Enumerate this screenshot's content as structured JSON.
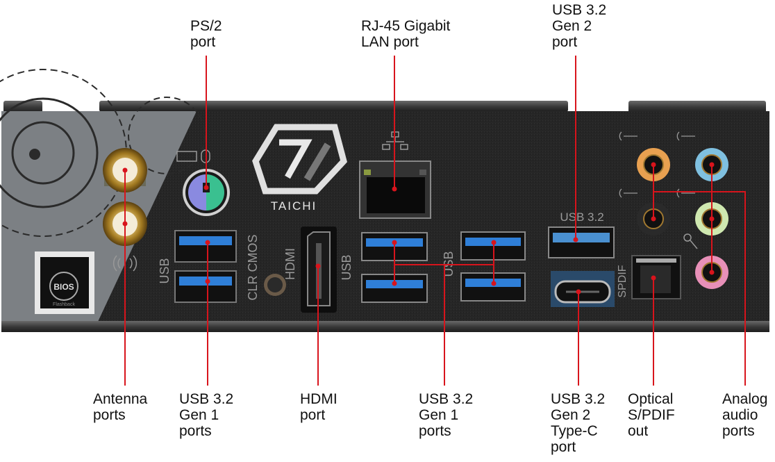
{
  "diagram": {
    "title": "Motherboard rear I/O panel",
    "brand_logo_text": "TAICHI",
    "leader_color": "#d8141c",
    "panel_silkscreen": {
      "usb_left": "USB",
      "clr_cmos": "CLR CMOS",
      "hdmi": "HDMI",
      "usb_mid": "USB",
      "usb_mid2": "USB",
      "usb32": "USB 3.2",
      "spdif": "SPDIF",
      "bios_button_top": "BIOS",
      "bios_button_bottom": "Flashback"
    },
    "top_labels": [
      {
        "id": "ps2",
        "text": "PS/2\nport"
      },
      {
        "id": "rj45",
        "text": "RJ-45 Gigabit\nLAN port"
      },
      {
        "id": "usb-gen2",
        "text": "USB 3.2\nGen 2\nport"
      }
    ],
    "bottom_labels": [
      {
        "id": "antenna",
        "text": "Antenna\nports"
      },
      {
        "id": "usb-gen1-left",
        "text": "USB 3.2\nGen 1\nports"
      },
      {
        "id": "hdmi",
        "text": "HDMI\nport"
      },
      {
        "id": "usb-gen1-mid",
        "text": "USB 3.2\nGen 1\nports"
      },
      {
        "id": "usb-typec",
        "text": "USB 3.2\nGen 2\nType-C\nport"
      },
      {
        "id": "spdif",
        "text": "Optical\nS/PDIF\nout"
      },
      {
        "id": "audio",
        "text": "Analog\naudio\nports"
      }
    ],
    "audio_jack_colors": {
      "orange": "#e8a050",
      "blue": "#7fc0e0",
      "black": "#2a2a2a",
      "green": "#cfe8b0",
      "pink": "#e890b8"
    },
    "usb_blue": "#2f7fd8"
  }
}
